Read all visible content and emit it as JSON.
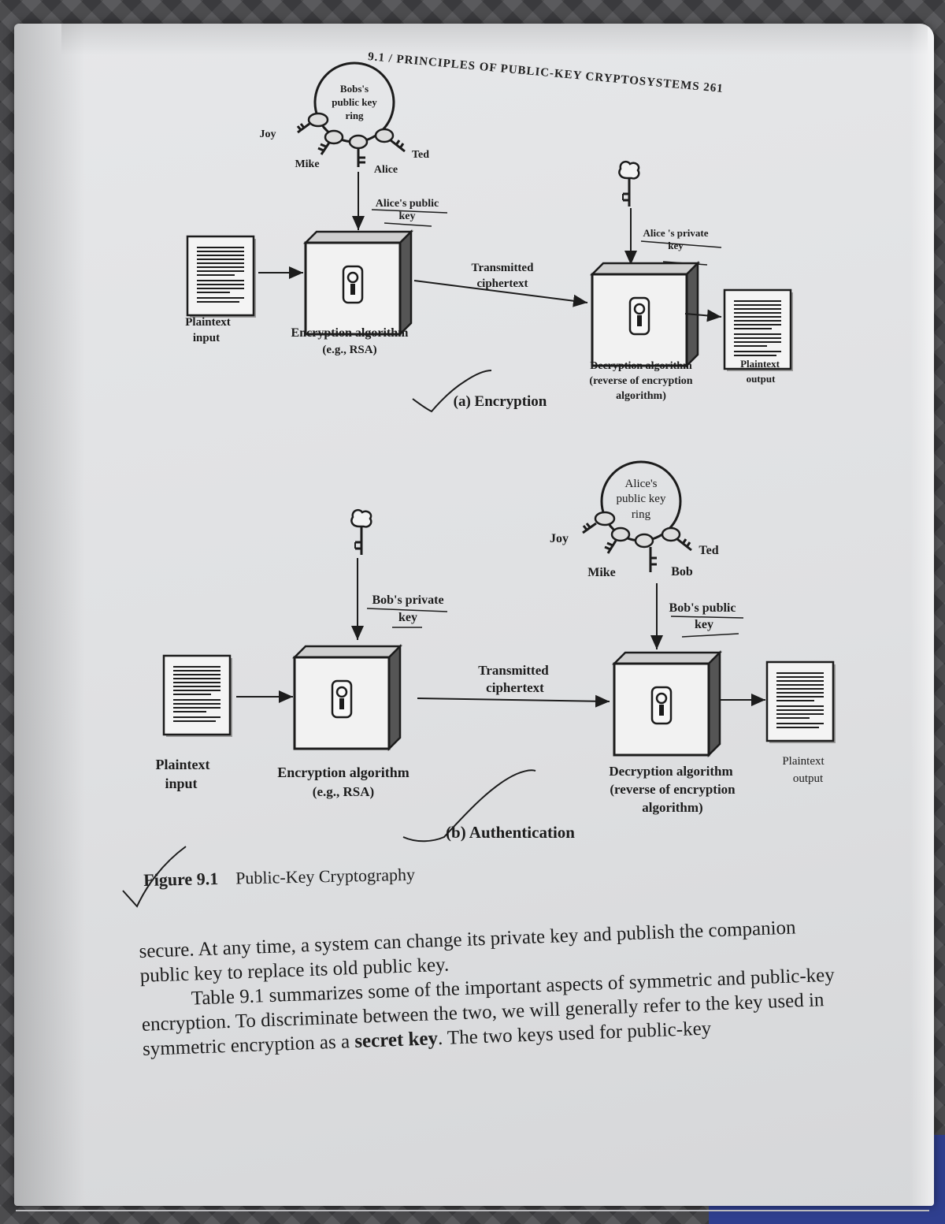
{
  "running_head": "9.1 / PRINCIPLES OF PUBLIC-KEY CRYPTOSYSTEMS  261",
  "diagram_a": {
    "key_ring": [
      "Bobs's",
      "public key",
      "ring"
    ],
    "ring_names": {
      "joy": "Joy",
      "mike": "Mike",
      "alice": "Alice",
      "ted": "Ted"
    },
    "public_key_label": [
      "Alice's public",
      "key"
    ],
    "private_key_label": [
      "Alice 's private",
      "key"
    ],
    "transmitted": [
      "Transmitted",
      "ciphertext"
    ],
    "plaintext_input": [
      "Plaintext",
      "input"
    ],
    "encryption": [
      "Encryption algorithm",
      "(e.g., RSA)"
    ],
    "decryption": [
      "Decryption algorithm",
      "(reverse of encryption",
      "algorithm)"
    ],
    "plaintext_output": [
      "Plaintext",
      "output"
    ],
    "caption": "(a) Encryption"
  },
  "diagram_b": {
    "key_ring": [
      "Alice's",
      "public key",
      "ring"
    ],
    "ring_names": {
      "joy": "Joy",
      "mike": "Mike",
      "bob": "Bob",
      "ted": "Ted"
    },
    "private_key_label": [
      "Bob's private",
      "key"
    ],
    "public_key_label": [
      "Bob's public",
      "key"
    ],
    "transmitted": [
      "Transmitted",
      "ciphertext"
    ],
    "plaintext_input": [
      "Plaintext",
      "input"
    ],
    "encryption": [
      "Encryption algorithm",
      "(e.g., RSA)"
    ],
    "decryption": [
      "Decryption algorithm",
      "(reverse of encryption",
      "algorithm)"
    ],
    "plaintext_output": [
      "Plaintext",
      "output"
    ],
    "caption": "(b) Authentication"
  },
  "figure_caption": {
    "number": "Figure 9.1",
    "title": "Public-Key Cryptography"
  },
  "body": {
    "line1": "secure. At any time, a system can change its private key and publish the companion",
    "line2": "public key to replace its old public key.",
    "para2_start": "Table 9.1 summarizes some of the important aspects of symmetric and public-key encryption. To discriminate between the two, we will generally refer to the key used in symmetric encryption as a ",
    "secret_key": "secret key",
    "para2_end": ". The two keys used for public-key"
  }
}
